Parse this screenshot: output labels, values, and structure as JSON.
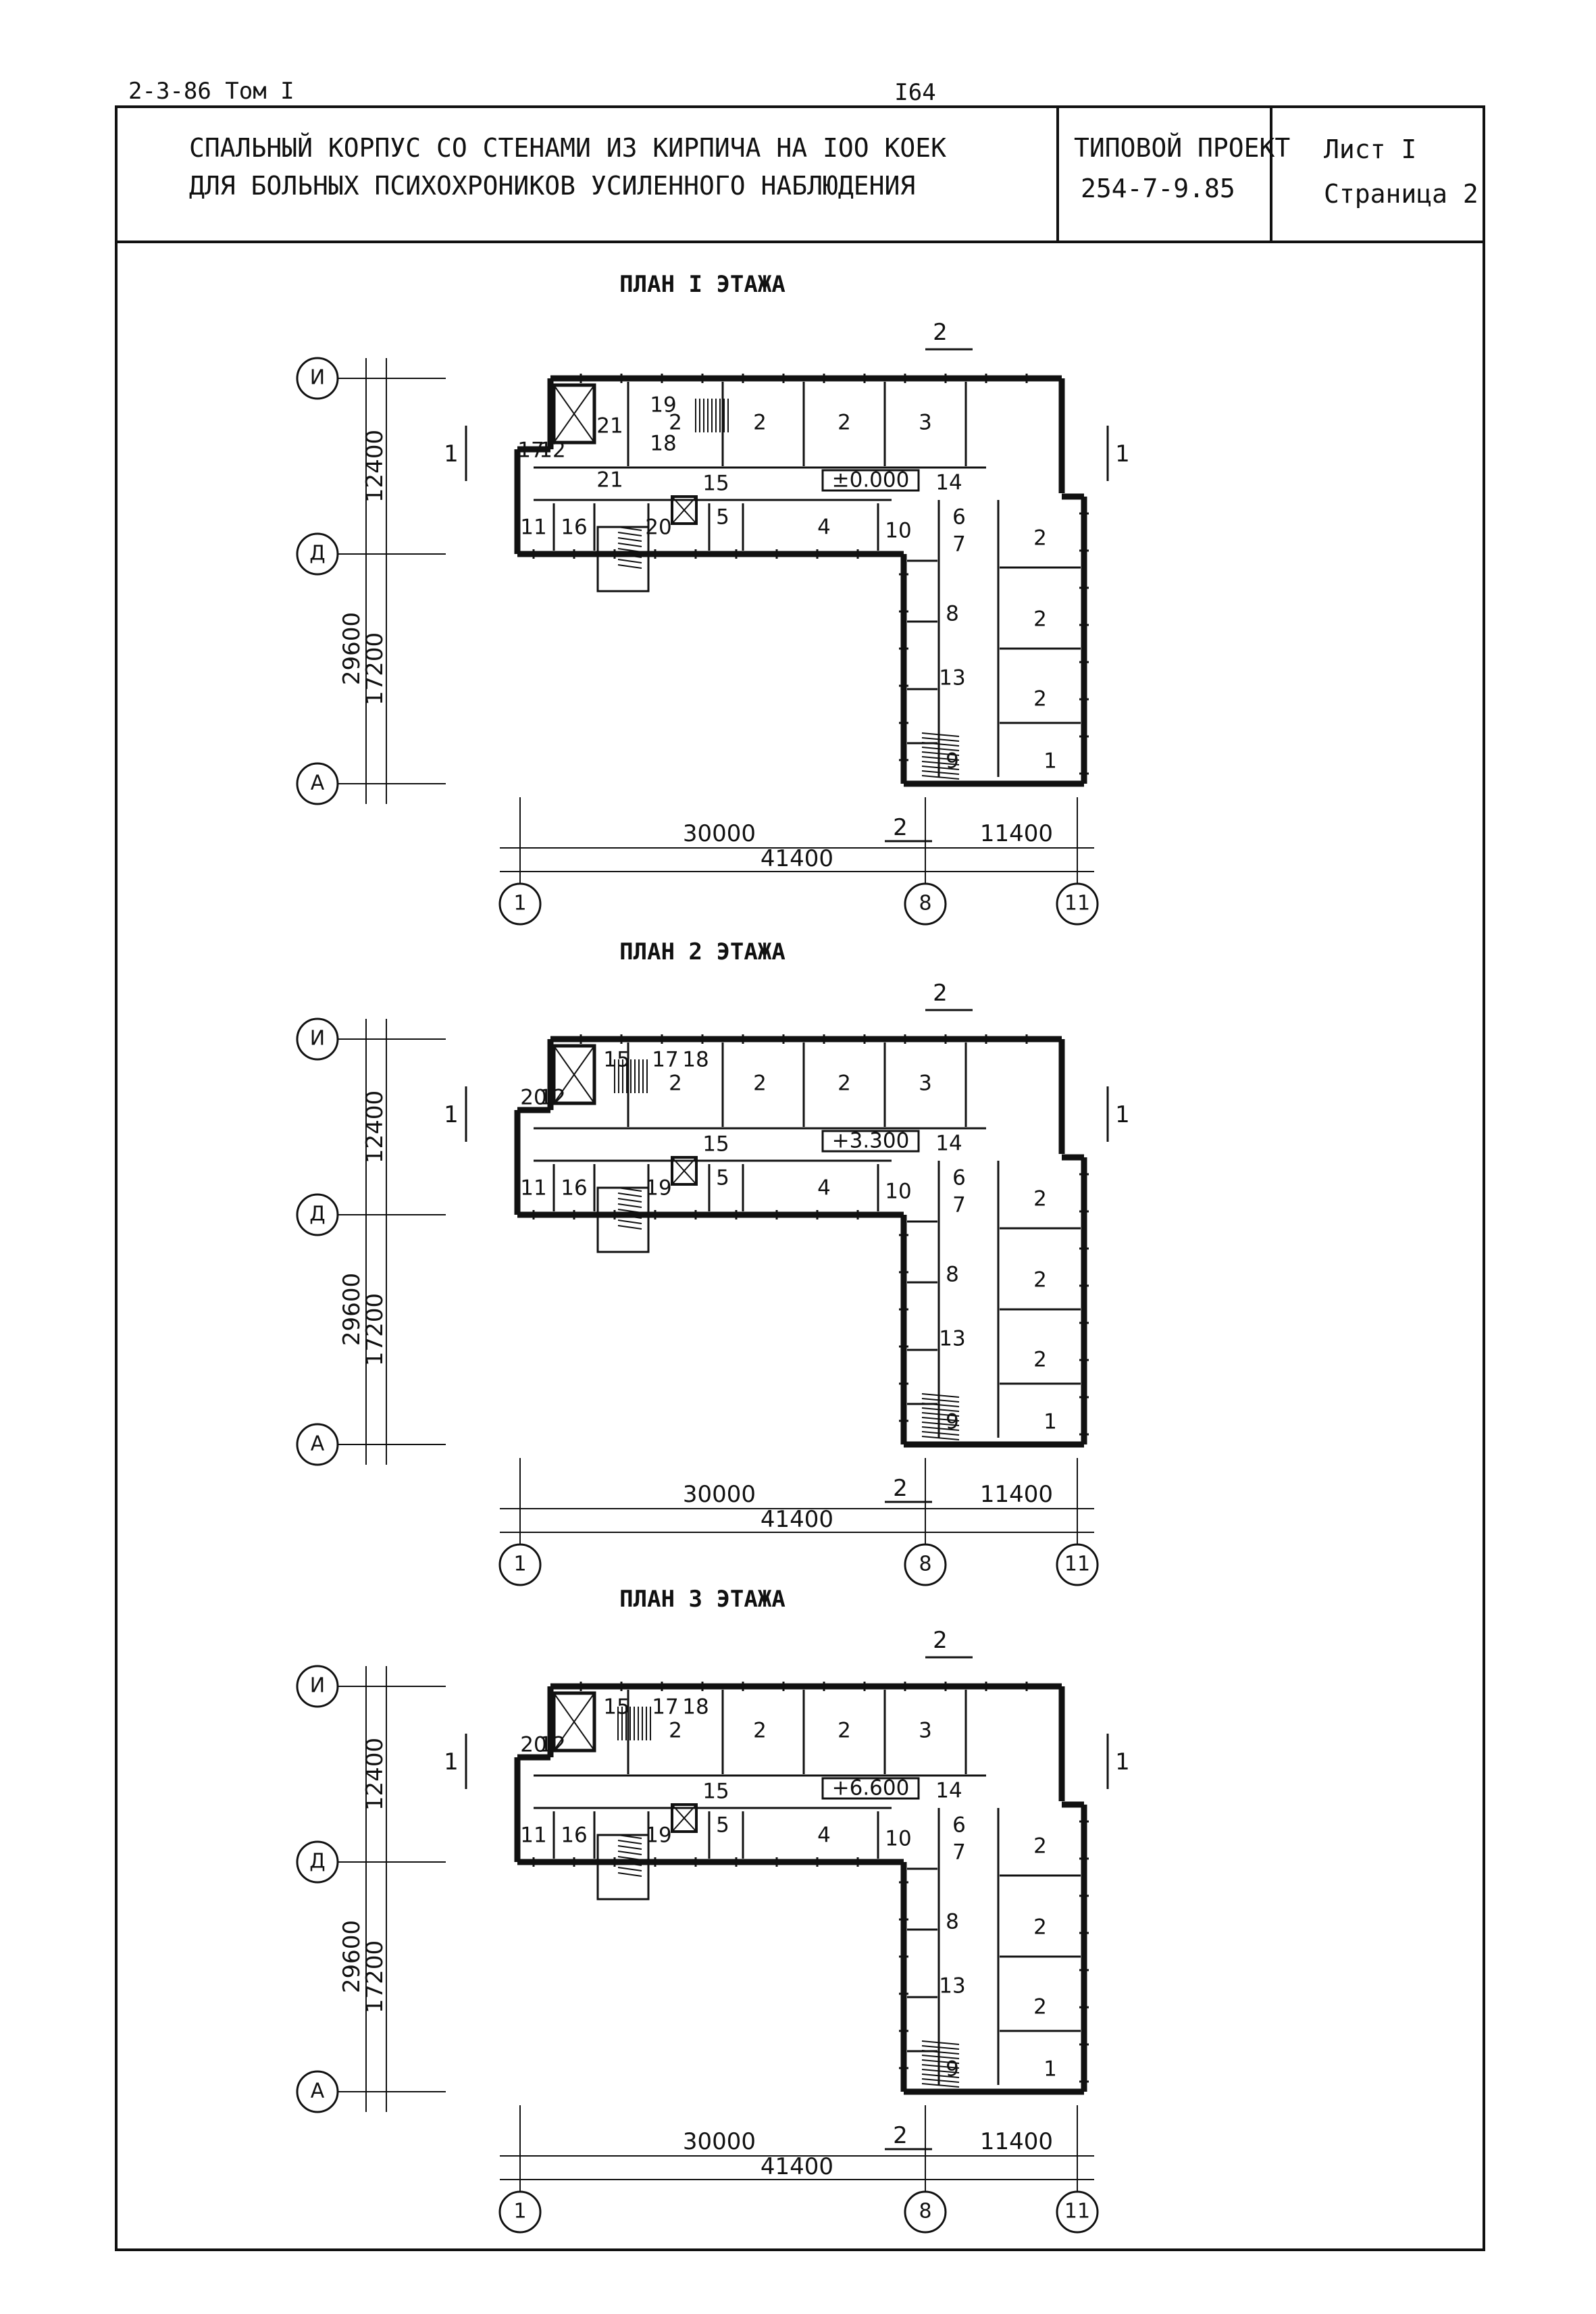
{
  "page_header": {
    "left": "2-3-86 Том I",
    "center": "I64"
  },
  "title_block": {
    "title_line1": "СПАЛЬНЫЙ КОРПУС СО СТЕНАМИ ИЗ КИРПИЧА НА IOO КОЕК",
    "title_line2": "ДЛЯ БОЛЬНЫХ ПСИХОХРОНИКОВ УСИЛЕННОГО НАБЛЮДЕНИЯ",
    "project_label": "ТИПОВОЙ ПРОЕКТ",
    "project_code": "254-7-9.85",
    "sheet": "Лист I",
    "page": "Страница 2"
  },
  "plans": [
    {
      "title": "ПЛАН I ЭТАЖА",
      "level": "±0.000",
      "left_rooms": [
        "21",
        "19",
        "18",
        "17",
        "12",
        "21",
        "20",
        "11",
        "16"
      ]
    },
    {
      "title": "ПЛАН 2 ЭТАЖА",
      "level": "+3.300",
      "left_rooms": [
        "15",
        "17",
        "18",
        "20",
        "12",
        "19",
        "11",
        "16"
      ]
    },
    {
      "title": "ПЛАН 3 ЭТАЖА",
      "level": "+6.600",
      "left_rooms": [
        "15",
        "17",
        "18",
        "20",
        "12",
        "19",
        "11",
        "16"
      ]
    }
  ],
  "common_rooms": [
    "2",
    "2",
    "2",
    "3",
    "14",
    "15",
    "5",
    "4",
    "10",
    "6",
    "7",
    "8",
    "13",
    "2",
    "2",
    "2",
    "9",
    "1"
  ],
  "axes": {
    "rows": [
      "И",
      "Д",
      "А"
    ],
    "cols": [
      "1",
      "8",
      "11"
    ]
  },
  "dimensions": {
    "vertical_total": "29600",
    "vertical_top": "12400",
    "vertical_bottom": "17200",
    "horizontal_total": "41400",
    "horizontal_left": "30000",
    "horizontal_right": "11400"
  },
  "section_marks": {
    "s1": "1",
    "s2": "2"
  }
}
